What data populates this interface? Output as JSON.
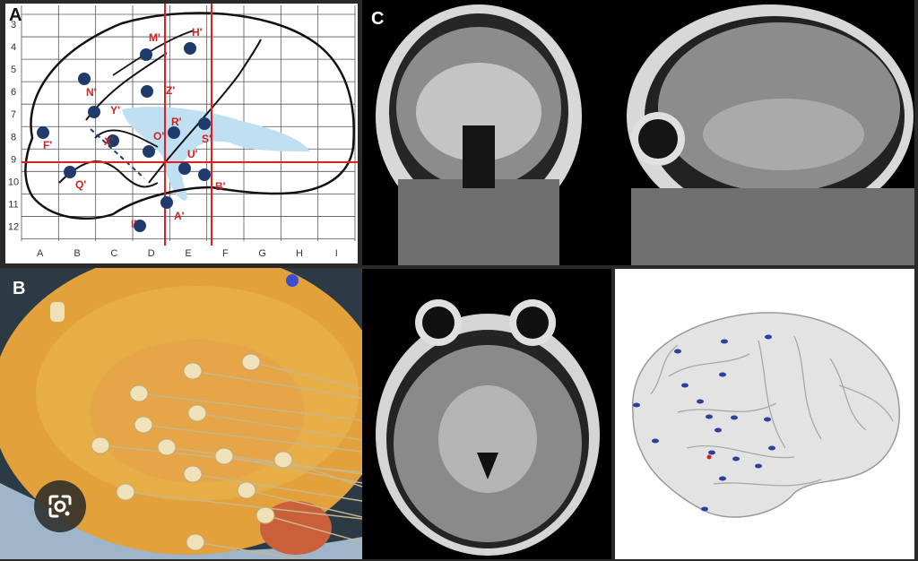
{
  "panelA": {
    "letter": "A",
    "cols": [
      "A",
      "B",
      "C",
      "D",
      "E",
      "F",
      "G",
      "H",
      "I"
    ],
    "rows": [
      "3",
      "4",
      "5",
      "6",
      "7",
      "8",
      "9",
      "10",
      "11",
      "12"
    ],
    "electrodes": [
      {
        "label": "M'"
      },
      {
        "label": "H'"
      },
      {
        "label": "N'"
      },
      {
        "label": "Z'"
      },
      {
        "label": "Y'"
      },
      {
        "label": "R'"
      },
      {
        "label": "F'"
      },
      {
        "label": "X'"
      },
      {
        "label": "O'"
      },
      {
        "label": "S'"
      },
      {
        "label": "U'"
      },
      {
        "label": "Q'"
      },
      {
        "label": "B'"
      },
      {
        "label": "A'"
      },
      {
        "label": "I'"
      }
    ],
    "colors": {
      "dot": "#1f3b6e",
      "label": "#d42020",
      "redline": "#e02020",
      "vessel": "#bfe0f2"
    }
  },
  "panelB": {
    "letter": "B"
  },
  "panelC": {
    "letter": "C"
  },
  "lens_icon": "google-lens-icon"
}
